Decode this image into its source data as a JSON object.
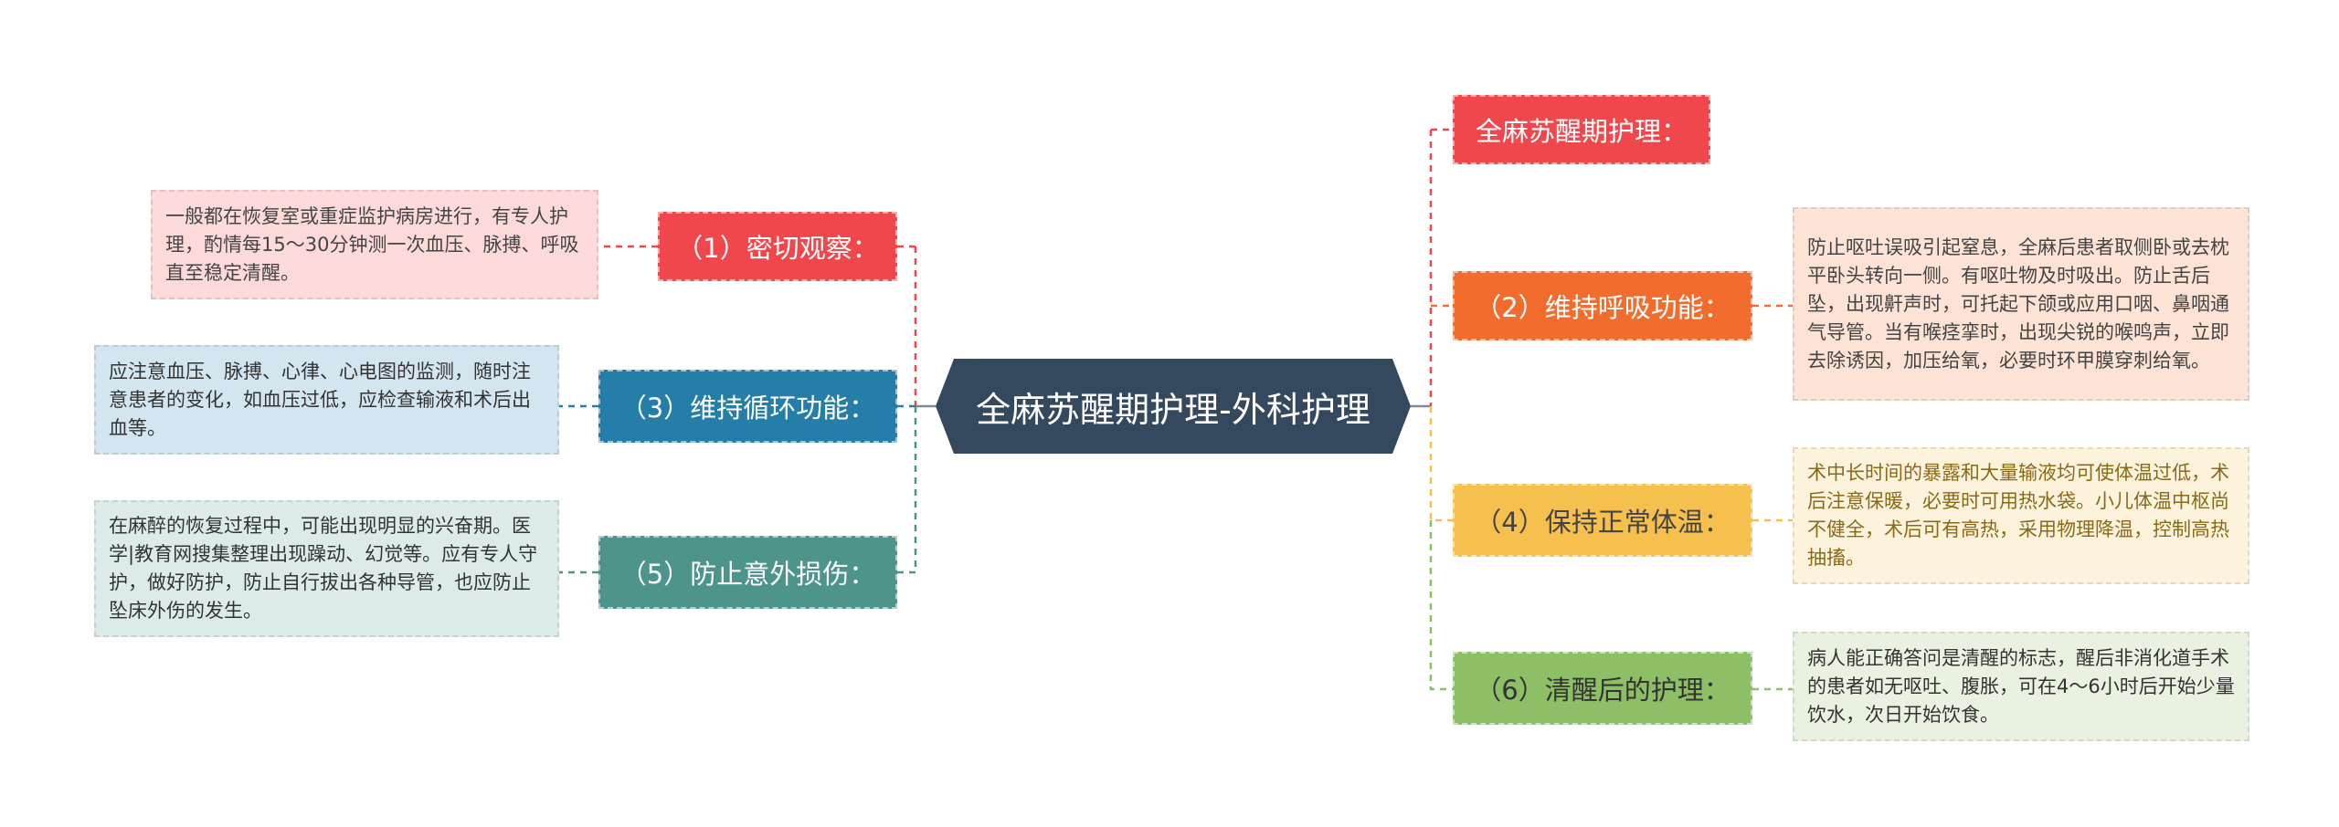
{
  "center": {
    "title": "全麻苏醒期护理-外科护理"
  },
  "top_right": {
    "label": "全麻苏醒期护理："
  },
  "branches": [
    {
      "id": "b1",
      "label": "（1）密切观察：",
      "text": "一般都在恢复室或重症监护病房进行，有专人护理，酌情每15～30分钟测一次血压、脉搏、呼吸直至稳定清醒。"
    },
    {
      "id": "b2",
      "label": "（2）维持呼吸功能：",
      "text": "防止呕吐误吸引起窒息，全麻后患者取侧卧或去枕平卧头转向一侧。有呕吐物及时吸出。防止舌后坠，出现鼾声时，可托起下颌或应用口咽、鼻咽通气导管。当有喉痉挛时，出现尖锐的喉鸣声，立即去除诱因，加压给氧，必要时环甲膜穿刺给氧。"
    },
    {
      "id": "b3",
      "label": "（3）维持循环功能：",
      "text": "应注意血压、脉搏、心律、心电图的监测，随时注意患者的变化，如血压过低，应检查输液和术后出血等。"
    },
    {
      "id": "b4",
      "label": "（4）保持正常体温：",
      "text": "术中长时间的暴露和大量输液均可使体温过低，术后注意保暖，必要时可用热水袋。小儿体温中枢尚不健全，术后可有高热，采用物理降温，控制高热抽搐。"
    },
    {
      "id": "b5",
      "label": "（5）防止意外损伤：",
      "text": "在麻醉的恢复过程中，可能出现明显的兴奋期。医学|教育网搜集整理出现躁动、幻觉等。应有专人守护，做好防护，防止自行拔出各种导管，也应防止坠床外伤的发生。"
    },
    {
      "id": "b6",
      "label": "（6）清醒后的护理：",
      "text": "病人能正确答问是清醒的标志，醒后非消化道手术的患者如无呕吐、腹胀，可在4～6小时后开始少量饮水，次日开始饮食。"
    }
  ],
  "colors": {
    "center": "#34495e",
    "b1_box": "#f0474c",
    "b1_leaf_bg": "#fcdada",
    "b1_leaf_text": "#444444",
    "b2_box": "#f26d2d",
    "b2_leaf_bg": "#fde3d6",
    "b2_leaf_text": "#444444",
    "b3_box": "#257ea7",
    "b3_leaf_bg": "#d3e5ef",
    "b3_leaf_text": "#333333",
    "b4_box": "#f6c04e",
    "b4_leaf_bg": "#fdf3dc",
    "b4_leaf_text": "#8a6a18",
    "b5_box": "#4d958a",
    "b5_leaf_bg": "#dcebe9",
    "b5_leaf_text": "#333333",
    "b6_box": "#8dbf67",
    "b6_leaf_bg": "#e9f2e1",
    "b6_leaf_text": "#333333",
    "top_box": "#f0474c"
  }
}
